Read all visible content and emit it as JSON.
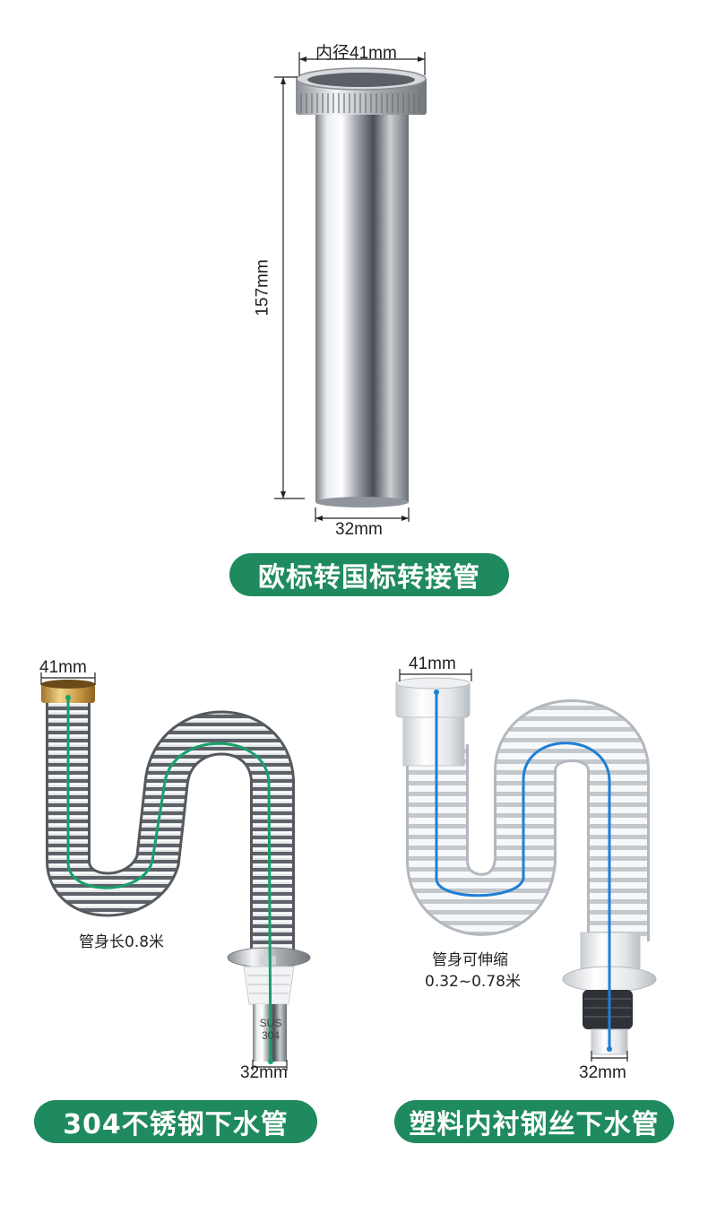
{
  "top_product": {
    "label": "欧标转国标转接管",
    "dim_inner": "内径41mm",
    "dim_height": "157mm",
    "dim_bottom": "32mm"
  },
  "steel_product": {
    "label": "304不锈钢下水管",
    "dim_top": "41mm",
    "length_note": "管身长0.8米",
    "dim_bottom": "32mm",
    "stamp_line1": "SUS",
    "stamp_line2": "304"
  },
  "plastic_product": {
    "label": "塑料内衬钢丝下水管",
    "dim_top": "41mm",
    "stretch_note_line1": "管身可伸缩",
    "stretch_note_line2": "0.32~0.78米",
    "dim_bottom": "32mm"
  },
  "colors": {
    "label_bg": "#1e8a5e",
    "steel_line": "#17a06a",
    "plastic_line": "#1f7fd6"
  }
}
